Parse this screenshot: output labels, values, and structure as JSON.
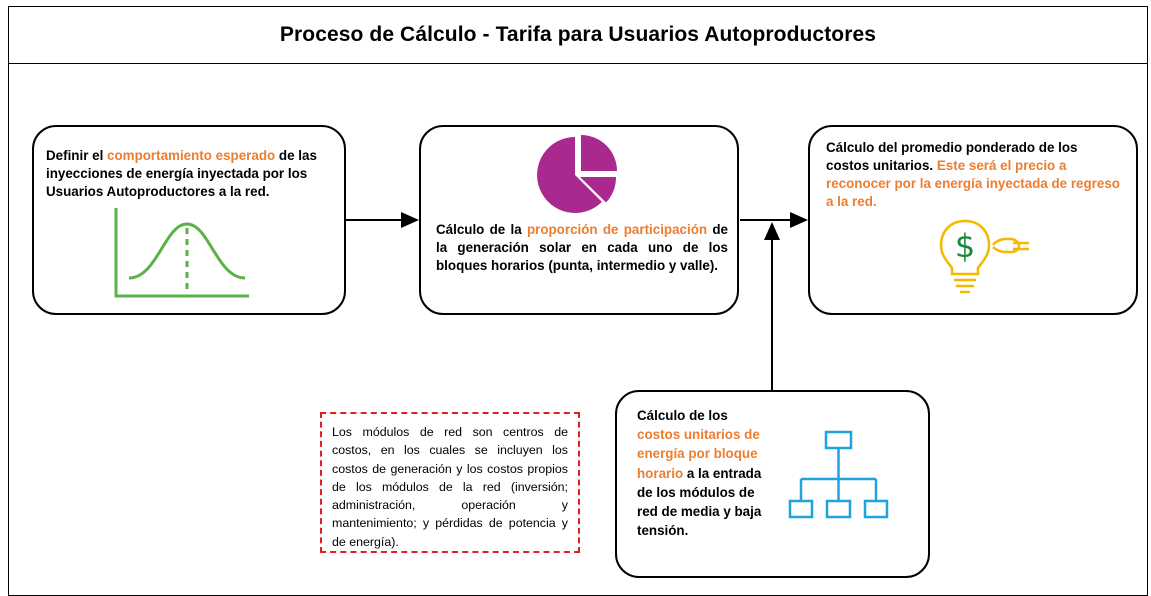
{
  "title": "Proceso de Cálculo - Tarifa para Usuarios Autoproductores",
  "step1": {
    "pre": "Definir el ",
    "highlight": "comportamiento esperado",
    "post": " de las inyecciones de energía inyectada por los Usuarios Autoproductores a la red.",
    "icon": "bell-curve-icon"
  },
  "step2": {
    "pre": "Cálculo de la ",
    "highlight": "proporción de participación",
    "post": " de la generación solar en cada uno de los bloques horarios (punta, intermedio y valle).",
    "icon": "pie-chart-icon"
  },
  "step3": {
    "pre": "Cálculo del promedio ponderado de los costos unitarios. ",
    "highlight": "Este será el precio a reconocer por la energía inyectada de regreso a la red.",
    "icon": "lightbulb-dollar-icon"
  },
  "step4": {
    "pre": "Cálculo de los ",
    "highlight": "costos unitarios de energía por bloque horario",
    "post": " a la entrada de los módulos de red de media y baja tensión.",
    "icon": "hierarchy-icon"
  },
  "note": {
    "text": "Los módulos de red son centros de costos, en los cuales se incluyen los costos de generación y los costos propios de los módulos de la red (inversión; administración, operación y mantenimiento; y pérdidas de potencia y de energía)."
  },
  "colors": {
    "highlight": "#ed7d31",
    "curve": "#5ab346",
    "pie": "#a9298f",
    "bulb": "#f5b800",
    "hierarchy": "#1fa3dc",
    "note_border": "#e02020"
  }
}
